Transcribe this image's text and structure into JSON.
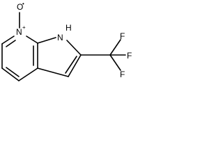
{
  "structure": {
    "atoms": {
      "oxide_o": "O",
      "oxide_radical": "•",
      "ring_n": "N",
      "ring_n_charge": "+",
      "nh": "H",
      "nh_n": "N",
      "f_top": "F",
      "f_right": "F",
      "f_bottom": "F"
    }
  }
}
